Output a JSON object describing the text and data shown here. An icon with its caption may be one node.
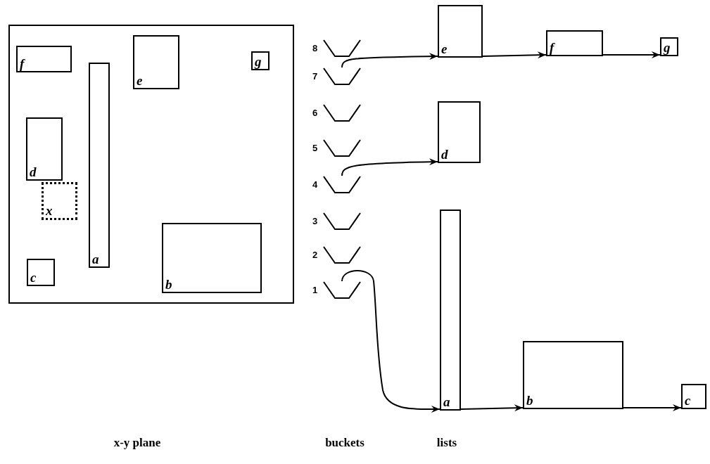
{
  "diagram": {
    "nodes": [
      {
        "text": [],
        "shape": "box"
      },
      {
        "text": [
          "f"
        ],
        "in": 0
      },
      {
        "text": [
          "e"
        ],
        "in": 0
      },
      {
        "text": [
          "g"
        ],
        "in": 0
      },
      {
        "text": [
          "a"
        ],
        "in": 0
      },
      {
        "text": [
          "d"
        ],
        "in": 0
      },
      {
        "text": [
          "x"
        ],
        "in": 0
      },
      {
        "text": [
          "c"
        ],
        "in": 0
      },
      {
        "text": [
          "b"
        ],
        "in": 0
      },
      {
        "text": [
          "8"
        ]
      },
      {
        "text": [
          "7"
        ]
      },
      {
        "text": [
          "6"
        ]
      },
      {
        "text": [
          "5"
        ]
      },
      {
        "text": [
          "4"
        ]
      },
      {
        "text": [
          "3"
        ]
      },
      {
        "text": [
          "2"
        ]
      },
      {
        "text": [
          "1"
        ]
      },
      {
        "text": [
          "e"
        ]
      },
      {
        "text": [
          "f"
        ]
      },
      {
        "text": [
          "g"
        ]
      },
      {
        "text": [
          "d"
        ]
      },
      {
        "text": [
          "a"
        ]
      },
      {
        "text": [
          "b"
        ]
      },
      {
        "text": [
          "c"
        ]
      }
    ],
    "edges": [
      {
        "from": 10,
        "to": 17,
        "arrow": "to"
      },
      {
        "from": 17,
        "to": 18,
        "arrow": "to"
      },
      {
        "from": 18,
        "to": 19,
        "arrow": "to"
      },
      {
        "from": 13,
        "to": 20,
        "arrow": "to"
      },
      {
        "from": 16,
        "to": 21,
        "arrow": "to"
      },
      {
        "from": 21,
        "to": 22,
        "arrow": "to"
      },
      {
        "from": 22,
        "to": 23,
        "arrow": "to"
      }
    ],
    "labels": [
      "x-y plane",
      "buckets",
      "lists"
    ]
  }
}
